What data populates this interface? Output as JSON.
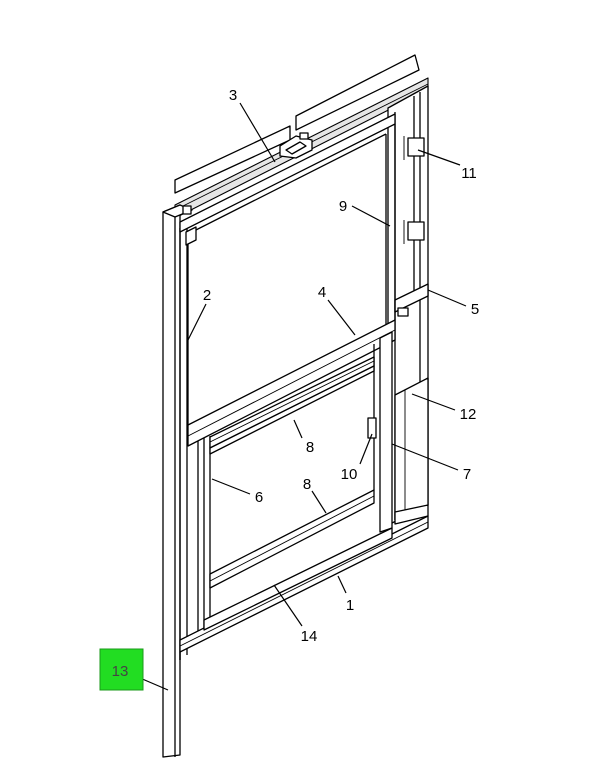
{
  "callouts": [
    {
      "id": "3",
      "label": "3"
    },
    {
      "id": "9",
      "label": "9"
    },
    {
      "id": "11",
      "label": "11"
    },
    {
      "id": "2",
      "label": "2"
    },
    {
      "id": "4",
      "label": "4"
    },
    {
      "id": "5",
      "label": "5"
    },
    {
      "id": "12",
      "label": "12"
    },
    {
      "id": "8a",
      "label": "8"
    },
    {
      "id": "10",
      "label": "10"
    },
    {
      "id": "7",
      "label": "7"
    },
    {
      "id": "6",
      "label": "6"
    },
    {
      "id": "8b",
      "label": "8"
    },
    {
      "id": "1",
      "label": "1"
    },
    {
      "id": "14",
      "label": "14"
    },
    {
      "id": "13",
      "label": "13"
    }
  ],
  "highlight": {
    "callout": "13",
    "color": "#22dd22",
    "text_color": "#444444"
  }
}
